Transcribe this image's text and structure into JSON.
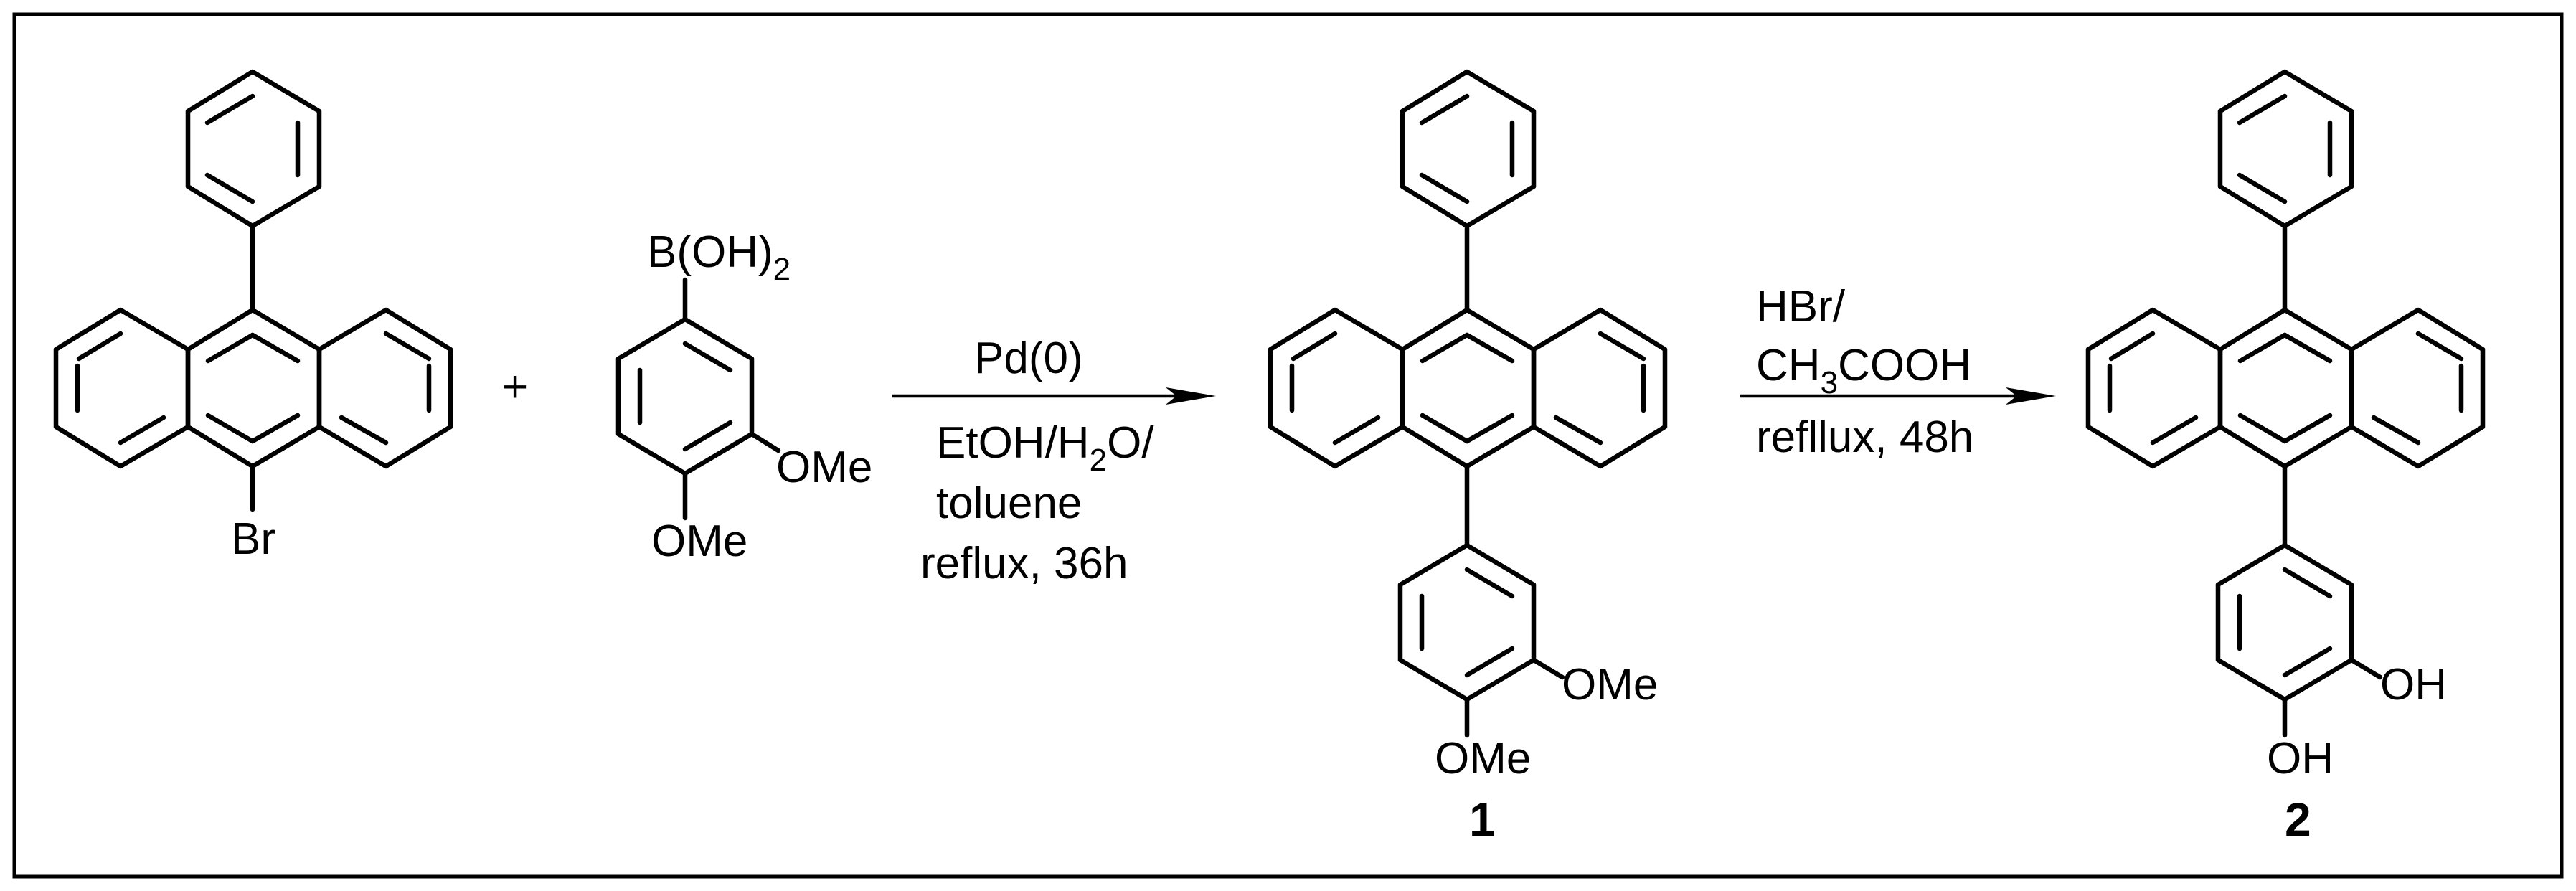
{
  "reactants": {
    "bromide_label": "Br",
    "plus": "+",
    "boronic": {
      "label": "B(OH)",
      "sub": "2",
      "ome_meta": "OMe",
      "ome_para": "OMe"
    }
  },
  "step1": {
    "reagent_above": "Pd(0)",
    "below_line1": {
      "text": "EtOH/H",
      "sub": "2",
      "tail": "O/"
    },
    "below_line2": "toluene",
    "below_line3": "reflux, 36h"
  },
  "product1": {
    "ome_meta": "OMe",
    "ome_para": "OMe",
    "number": "1"
  },
  "step2": {
    "above_line1": "HBr/",
    "above_line2": {
      "pre": "CH",
      "sub": "3",
      "post": "COOH"
    },
    "below_line1": "refllux, 48h"
  },
  "product2": {
    "oh_meta": "OH",
    "oh_para": "OH",
    "number": "2"
  }
}
